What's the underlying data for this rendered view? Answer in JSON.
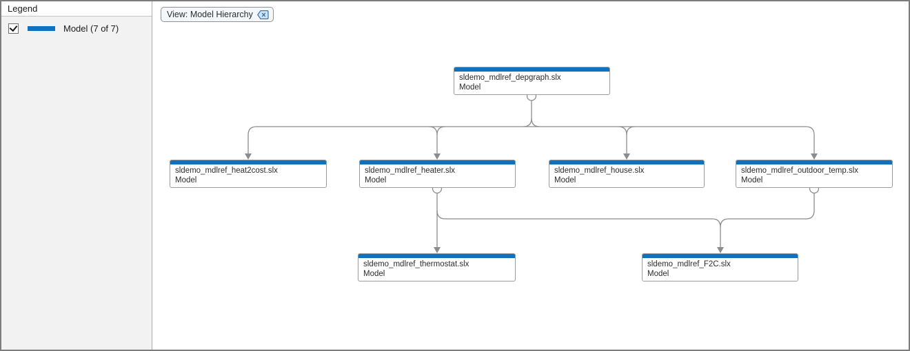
{
  "colors": {
    "accent_blue": "#1072be",
    "connector_gray": "#8c8c8c",
    "node_border": "#9b9b9b",
    "sidebar_bg": "#f2f2f2",
    "window_border": "#7d7d7d"
  },
  "legend": {
    "title": "Legend",
    "items": [
      {
        "label": "Model (7 of 7)",
        "checked": true,
        "swatch_color": "#1072be"
      }
    ]
  },
  "view_chip": {
    "label": "View: Model Hierarchy",
    "close_icon": "clear-filter-backspace-icon"
  },
  "diagram": {
    "nodes": [
      {
        "id": "depgraph",
        "title": "sldemo_mdlref_depgraph.slx",
        "subtitle": "Model"
      },
      {
        "id": "heat2cost",
        "title": "sldemo_mdlref_heat2cost.slx",
        "subtitle": "Model"
      },
      {
        "id": "heater",
        "title": "sldemo_mdlref_heater.slx",
        "subtitle": "Model"
      },
      {
        "id": "house",
        "title": "sldemo_mdlref_house.slx",
        "subtitle": "Model"
      },
      {
        "id": "outdoor_temp",
        "title": "sldemo_mdlref_outdoor_temp.slx",
        "subtitle": "Model"
      },
      {
        "id": "thermostat",
        "title": "sldemo_mdlref_thermostat.slx",
        "subtitle": "Model"
      },
      {
        "id": "F2C",
        "title": "sldemo_mdlref_F2C.slx",
        "subtitle": "Model"
      }
    ],
    "edges": [
      {
        "from": "sldemo_mdlref_depgraph.slx",
        "to": "sldemo_mdlref_heat2cost.slx"
      },
      {
        "from": "sldemo_mdlref_depgraph.slx",
        "to": "sldemo_mdlref_heater.slx"
      },
      {
        "from": "sldemo_mdlref_depgraph.slx",
        "to": "sldemo_mdlref_house.slx"
      },
      {
        "from": "sldemo_mdlref_depgraph.slx",
        "to": "sldemo_mdlref_outdoor_temp.slx"
      },
      {
        "from": "sldemo_mdlref_heater.slx",
        "to": "sldemo_mdlref_thermostat.slx"
      },
      {
        "from": "sldemo_mdlref_heater.slx",
        "to": "sldemo_mdlref_F2C.slx"
      },
      {
        "from": "sldemo_mdlref_outdoor_temp.slx",
        "to": "sldemo_mdlref_F2C.slx"
      }
    ]
  }
}
